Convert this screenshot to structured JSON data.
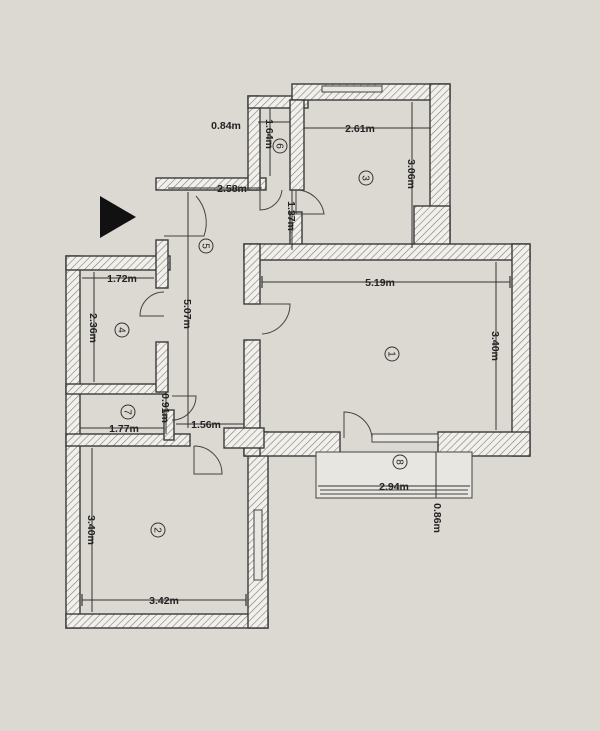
{
  "rooms": [
    {
      "number": "1"
    },
    {
      "number": "2"
    },
    {
      "number": "3"
    },
    {
      "number": "4"
    },
    {
      "number": "5"
    },
    {
      "number": "6"
    },
    {
      "number": "7"
    },
    {
      "number": "8"
    }
  ],
  "dimensions": {
    "room1_width": "5.19m",
    "room1_height": "3.40m",
    "room2_width": "3.42m",
    "room2_height": "3.40m",
    "room3_width": "2.61m",
    "room3_height": "3.06m",
    "room4_width": "1.72m",
    "room4_height": "2.36m",
    "hall_length": "5.07m",
    "hall_width": "2.58m",
    "room6_width": "0.84m",
    "room6_height": "1.64m",
    "room3_door": "1.37m",
    "room7_height": "0.91m",
    "room7_width": "1.77m",
    "passage_width": "1.56m",
    "balcony_width": "2.94m",
    "balcony_depth": "0.86m"
  },
  "colors": {
    "paper": "#dcd9d2",
    "wall_hatch": "#8a8a8a",
    "line": "#333333"
  },
  "icons": [
    "entrance-arrow-icon"
  ]
}
